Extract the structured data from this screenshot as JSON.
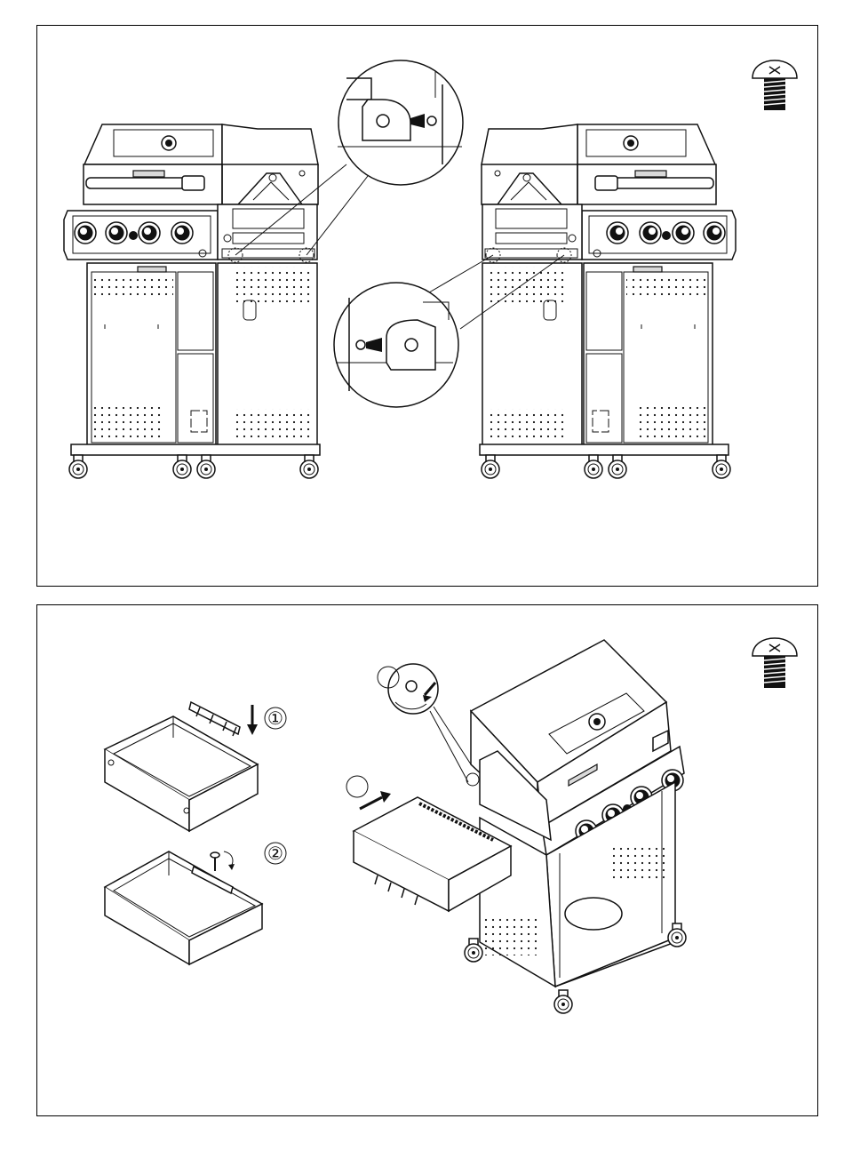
{
  "panels": [
    {
      "id": "step-attach-side-shelf-brackets",
      "hardware_icon": "bolt-icon",
      "views": [
        "grill-front-left-view",
        "grill-front-right-view"
      ],
      "detail_callouts": [
        "screw-detail-upper",
        "screw-detail-lower"
      ]
    },
    {
      "id": "step-assemble-side-shelf",
      "hardware_icon": "bolt-icon",
      "sub_steps": [
        {
          "label": "①"
        },
        {
          "label": "②"
        }
      ]
    }
  ],
  "colors": {
    "line": "#111111",
    "background": "#ffffff",
    "shade": "#d9d9d9"
  }
}
